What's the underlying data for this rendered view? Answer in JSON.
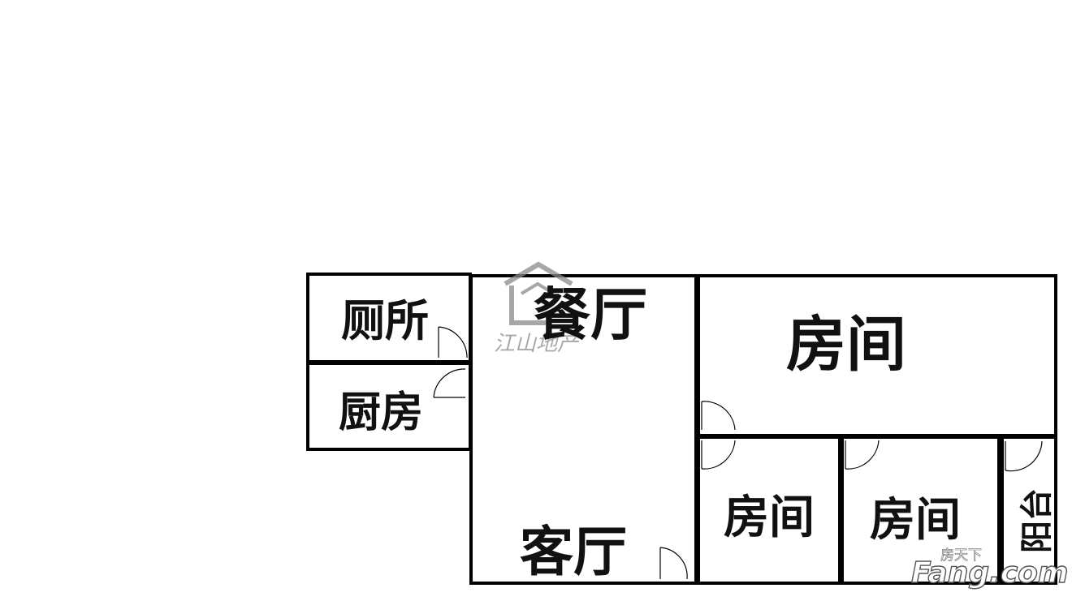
{
  "rooms": {
    "toilet": "厕所",
    "kitchen": "厨房",
    "dining": "餐厅",
    "living": "客厅",
    "bedroom_large": "房间",
    "bedroom_mid": "房间",
    "bedroom_right": "房间",
    "balcony": "阳台"
  },
  "watermark": {
    "agency": "江山地产",
    "site_cn": "房天下",
    "site_en": "Fang.com"
  },
  "colors": {
    "wall": "#000000",
    "label": "#111111",
    "watermark_gray": "#8a8a8a"
  }
}
